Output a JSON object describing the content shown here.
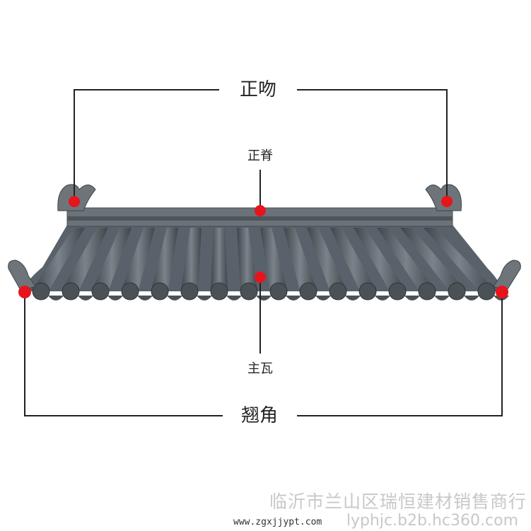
{
  "labels": {
    "zhengwen": "正吻",
    "zhengji": "正脊",
    "zhuwa": "主瓦",
    "qiaojiao": "翘角"
  },
  "watermark": {
    "company": "临沂市兰山区瑞恒建材销售商行",
    "site": "lyphjc.b2b.hc360.com",
    "overlay": "www.zgxjjypt.com"
  },
  "colors": {
    "roof": "#5a6167",
    "line": "#222222",
    "dot": "#e8141b"
  }
}
